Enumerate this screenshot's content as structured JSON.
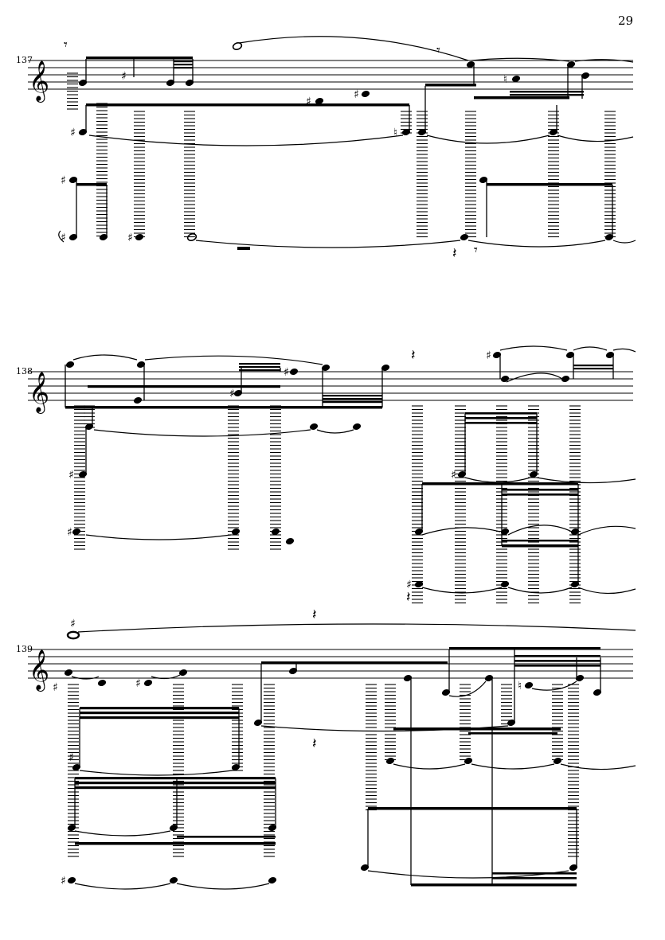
{
  "page": {
    "number": "29"
  },
  "systems": [
    {
      "measure_number": "137"
    },
    {
      "measure_number": "138"
    },
    {
      "measure_number": "139"
    }
  ],
  "glyphs": {
    "treble_clef": "𝄞",
    "sharp": "♯",
    "natural": "♮",
    "eighth_rest": "𝄾",
    "quarter_rest": "𝄽"
  }
}
